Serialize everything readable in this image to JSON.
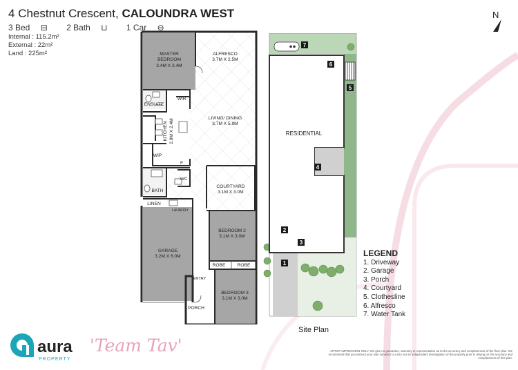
{
  "header": {
    "street": "4 Chestnut Crescent,",
    "suburb": "CALOUNDRA WEST",
    "bed": "3 Bed",
    "bath": "2 Bath",
    "car": "1 Car",
    "internal": "Internal : 115.2m²",
    "external": "External : 22m²",
    "land": "Land : 225m²"
  },
  "north": "N",
  "floor_plan": {
    "master": {
      "name": "MASTER",
      "name2": "BEDROOM",
      "dims": "3.4M X 3.4M"
    },
    "alfresco": {
      "name": "ALFRESCO",
      "dims": "3.7M X 2.5M"
    },
    "ensuite": "ENSUITE",
    "wir": "WIR",
    "living": {
      "name": "LIVING/ DINING",
      "dims": "3.7M X 5.9M"
    },
    "kitchen": {
      "name": "KITCHEN",
      "dims": "2.9M X 2.4M"
    },
    "wip": "WIP",
    "fridge": "F",
    "bath": "BATH",
    "wc": "WC",
    "courtyard": {
      "name": "COURTYARD",
      "dims": "3.1M X 3.0M"
    },
    "linen": "LINEN",
    "laundry": "LAUNDRY",
    "garage": {
      "name": "GARAGE",
      "dims": "3.2M X 6.0M"
    },
    "bedroom2": {
      "name": "BEDROOM 2",
      "dims": "3.1M X 3.0M"
    },
    "robe": "ROBE",
    "entry": "ENTRY",
    "bedroom3": {
      "name": "BEDROOM 3",
      "dims": "3.1M X 3.0M"
    },
    "porch": "PORCH"
  },
  "site_plan": {
    "label": "Site Plan",
    "residential": "RESIDENTIAL",
    "markers": [
      "1",
      "2",
      "3",
      "4",
      "5",
      "6",
      "7"
    ]
  },
  "legend": {
    "title": "LEGEND",
    "items": [
      "1. Driveway",
      "2. Garage",
      "3. Porch",
      "4. Courtyard",
      "5. Clothesline",
      "6. Alfresco",
      "7. Water Tank"
    ]
  },
  "brand": {
    "name": "aura",
    "sub": "PROPERTY",
    "tagline": "'Team Tav'"
  },
  "disclaimer": "ARTIST IMPRESSION ONLY. We give no guarantee, warranty or representation as to the accuracy and completeness of the floor plan. We recommend that you instruct your own surveyor to carry out an independent investigation of the property prior to relying on the accuracy and completeness of this plan.",
  "colors": {
    "room_grey": "#a6a6a6",
    "wall": "#2a2a2a",
    "marker": "#1a1a1a",
    "brand_teal": "#1aa6b7",
    "brand_pink": "#e7a3b6",
    "grass": "#8fb88a"
  }
}
